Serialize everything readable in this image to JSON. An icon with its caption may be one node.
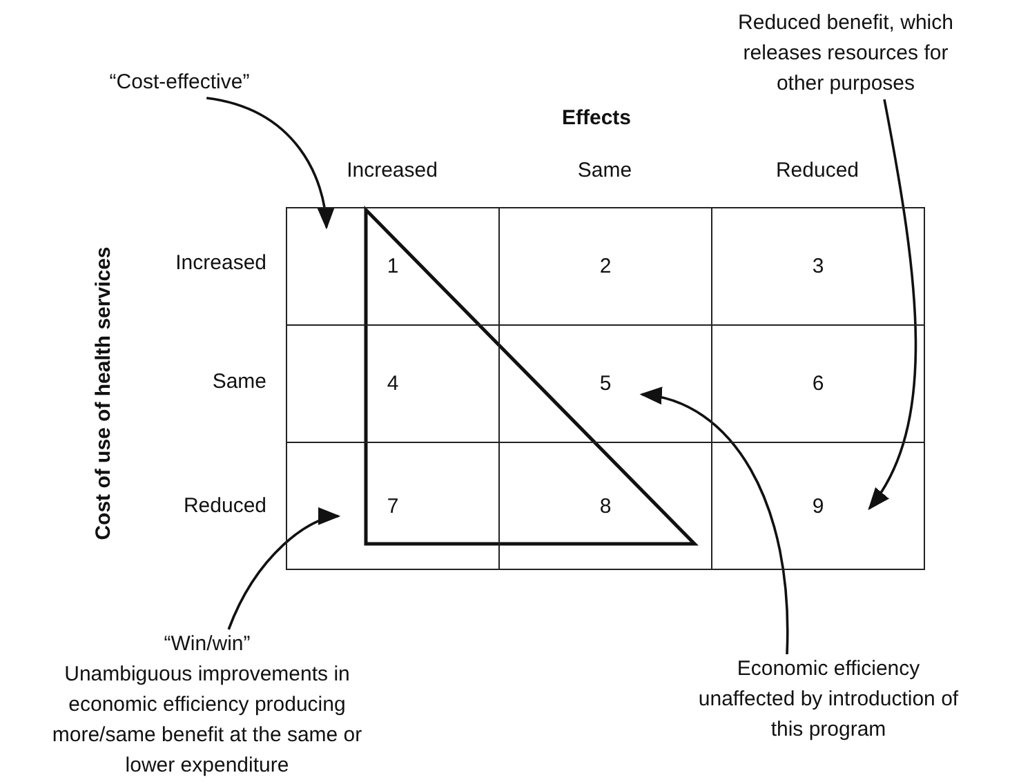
{
  "diagram": {
    "nodes": [
      {
        "text": [
          "“Cost-effective”"
        ]
      },
      {
        "text": [
          "Reduced benefit, which releases resources for other purposes"
        ]
      },
      {
        "text": [
          "1"
        ]
      },
      {
        "text": [
          "2"
        ]
      },
      {
        "text": [
          "3"
        ]
      },
      {
        "text": [
          "4"
        ]
      },
      {
        "text": [
          "5"
        ]
      },
      {
        "text": [
          "6"
        ]
      },
      {
        "text": [
          "7"
        ]
      },
      {
        "text": [
          "8"
        ]
      },
      {
        "text": [
          "9"
        ]
      },
      {
        "text": [
          "“Win/win”",
          "Unambiguous improvements in economic efficiency producing more/same benefit at the same or lower expenditure"
        ]
      },
      {
        "text": [
          "Economic efficiency unaffected by introduction of this program"
        ]
      }
    ],
    "edges": [
      {
        "from": 0,
        "to": 2,
        "arrow": "to"
      },
      {
        "from": 1,
        "to": 10,
        "arrow": "to"
      },
      {
        "from": 11,
        "to": 8,
        "arrow": "to"
      },
      {
        "from": 12,
        "to": 6,
        "arrow": "to"
      }
    ],
    "labels": [
      "Effects",
      "Increased",
      "Same",
      "Reduced",
      "Cost of use of health services",
      "Increased",
      "Same",
      "Reduced"
    ]
  }
}
